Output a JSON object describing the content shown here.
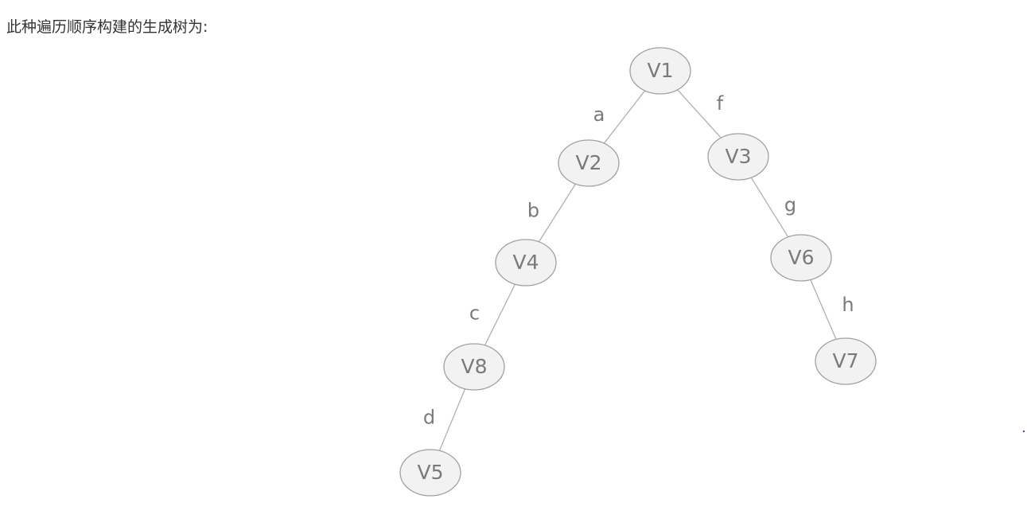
{
  "caption": "此种遍历顺序构建的生成树为:",
  "tree": {
    "nodes": [
      {
        "id": "V1",
        "label": "V1"
      },
      {
        "id": "V2",
        "label": "V2"
      },
      {
        "id": "V3",
        "label": "V3"
      },
      {
        "id": "V4",
        "label": "V4"
      },
      {
        "id": "V6",
        "label": "V6"
      },
      {
        "id": "V8",
        "label": "V8"
      },
      {
        "id": "V7",
        "label": "V7"
      },
      {
        "id": "V5",
        "label": "V5"
      }
    ],
    "edges": [
      {
        "from": "V1",
        "to": "V2",
        "label": "a"
      },
      {
        "from": "V1",
        "to": "V3",
        "label": "f"
      },
      {
        "from": "V2",
        "to": "V4",
        "label": "b"
      },
      {
        "from": "V3",
        "to": "V6",
        "label": "g"
      },
      {
        "from": "V4",
        "to": "V8",
        "label": "c"
      },
      {
        "from": "V6",
        "to": "V7",
        "label": "h"
      },
      {
        "from": "V8",
        "to": "V5",
        "label": "d"
      }
    ],
    "colors": {
      "node_fill": "#f2f2f2",
      "node_stroke": "#a0a0a0",
      "edge": "#b0b0b0",
      "text": "#7a7a7a"
    }
  }
}
